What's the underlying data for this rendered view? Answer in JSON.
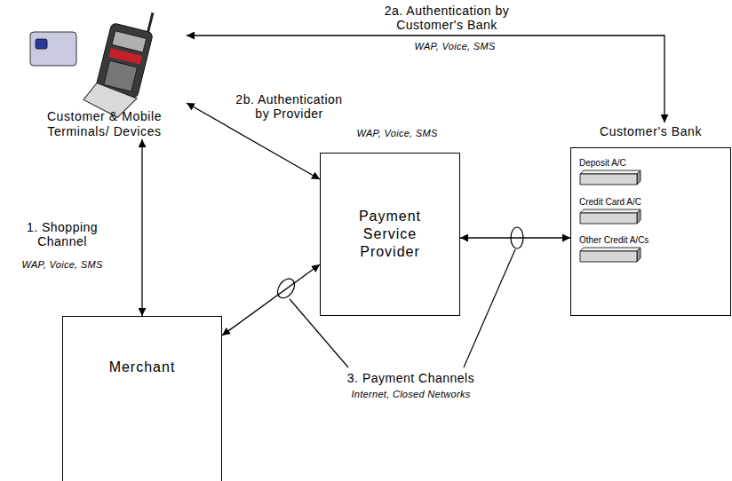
{
  "diagram": {
    "nodes": [
      {
        "text": [
          "Customer & Mobile Terminals/ Devices"
        ]
      },
      {
        "text": [
          "Payment Service Provider"
        ]
      },
      {
        "text": [
          "Customer's Bank"
        ]
      },
      {
        "text": [
          "Deposit A/C"
        ],
        "in": 2
      },
      {
        "text": [
          "Credit Card A/C"
        ],
        "in": 2
      },
      {
        "text": [
          "Other Credit A/Cs"
        ],
        "in": 2
      },
      {
        "text": [
          "Merchant"
        ]
      }
    ],
    "edges": [
      {
        "from": 0,
        "to": 2,
        "arrow": "both",
        "label": "2a. Authentication by Customer's Bank"
      },
      {
        "from": 0,
        "to": 1,
        "arrow": "both",
        "label": "2b. Authentication by Provider"
      },
      {
        "from": 0,
        "to": 6,
        "arrow": "both",
        "label": "1. Shopping Channel"
      },
      {
        "from": 6,
        "to": 1,
        "arrow": "both"
      },
      {
        "from": 1,
        "to": 2,
        "arrow": "both"
      }
    ],
    "labels": [
      "WAP, Voice, SMS",
      "WAP, Voice, SMS",
      "WAP, Voice, SMS",
      "3. Payment Channels",
      "Internet, Closed Networks"
    ]
  }
}
